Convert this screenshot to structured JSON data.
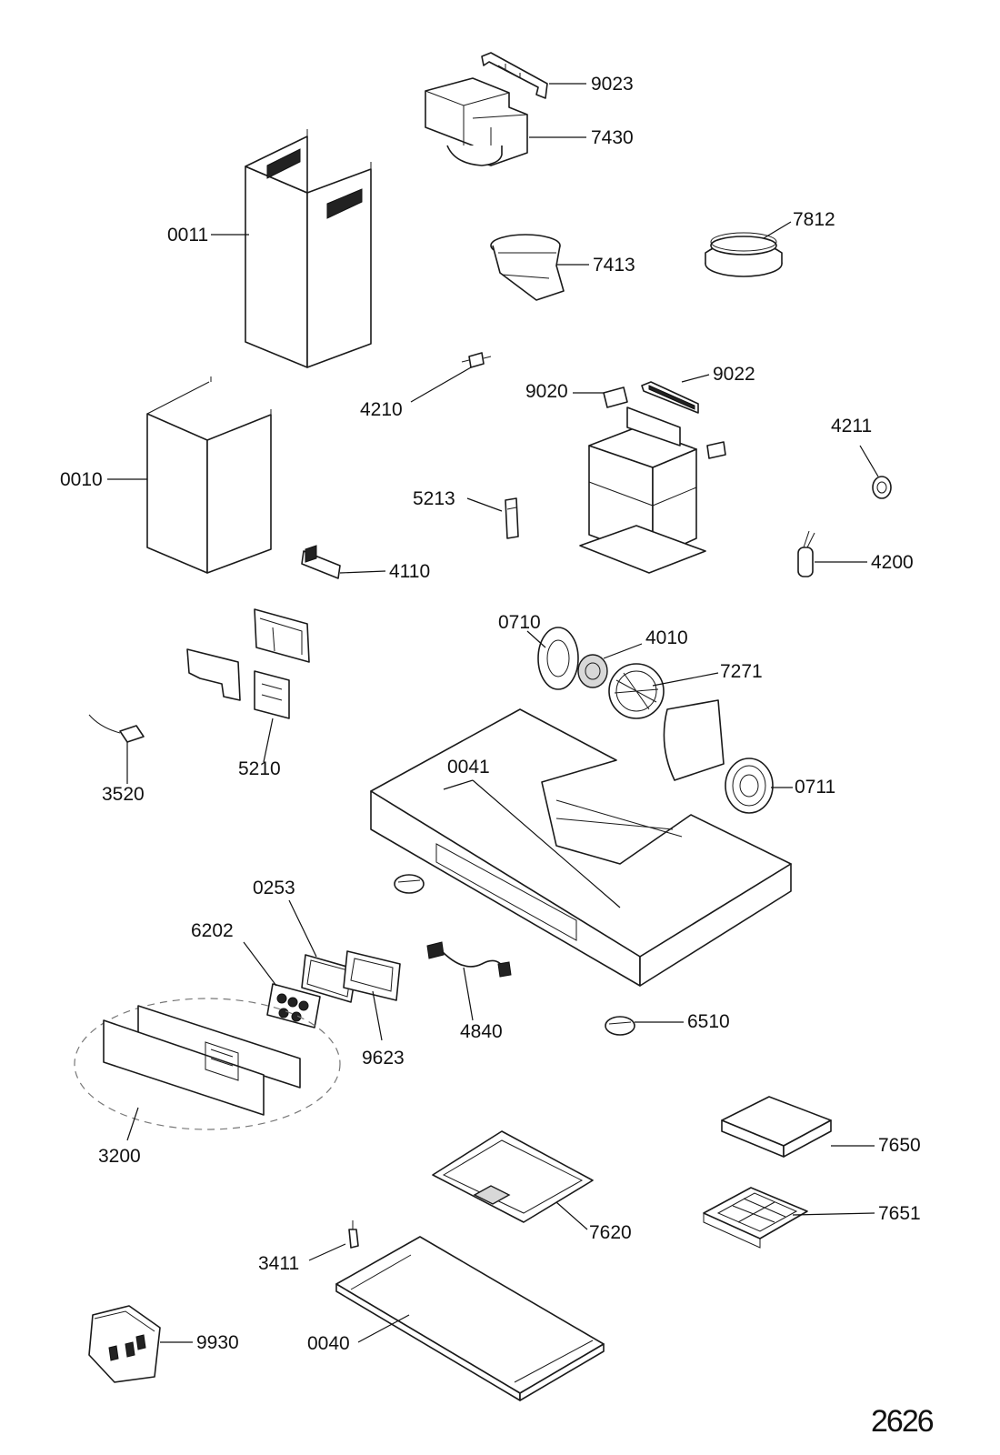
{
  "colors": {
    "ink": "#111111",
    "paper": "#ffffff",
    "shade": "#d8d8d8"
  },
  "page_number": "2626",
  "labels": {
    "p9023": "9023",
    "p7430": "7430",
    "p0011": "0011",
    "p7812": "7812",
    "p7413": "7413",
    "p4210": "4210",
    "p9020": "9020",
    "p9022": "9022",
    "p4211": "4211",
    "p0010": "0010",
    "p5213": "5213",
    "p4200": "4200",
    "p4110": "4110",
    "p0710": "0710",
    "p4010": "4010",
    "p7271": "7271",
    "p5210": "5210",
    "p3520": "3520",
    "p0041": "0041",
    "p0711": "0711",
    "p0253": "0253",
    "p6202": "6202",
    "p4840": "4840",
    "p9623": "9623",
    "p6510": "6510",
    "p3200": "3200",
    "p7650": "7650",
    "p7651": "7651",
    "p7620": "7620",
    "p3411": "3411",
    "p0040": "0040",
    "p9930": "9930"
  }
}
